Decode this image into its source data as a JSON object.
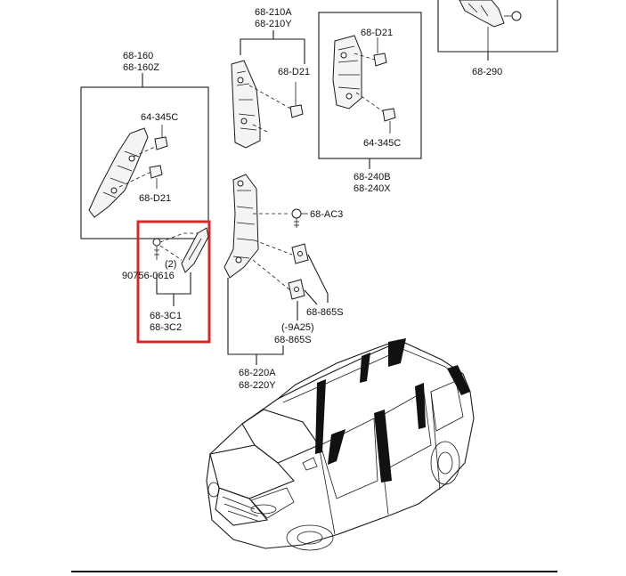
{
  "labels": {
    "p68_210A": "68-210A",
    "p68_210Y": "68-210Y",
    "p68_D21_top": "68-D21",
    "p68_D21_box240": "68-D21",
    "p64_345C_box240": "64-345C",
    "p68_240B": "68-240B",
    "p68_240X": "68-240X",
    "p68_290": "68-290",
    "p68_160": "68-160",
    "p68_160Z": "68-160Z",
    "p64_345C_box160": "64-345C",
    "p68_D21_box160": "68-D21",
    "p68_AC3": "68-AC3",
    "qty_2": "(2)",
    "bolt_9070": "90756-0616",
    "p68_3C1": "68-3C1",
    "p68_3C2": "68-3C2",
    "p68_865S_a": "68-865S",
    "note_9A25": "(-9A25)",
    "p68_865S_b": "68-865S",
    "p68_220A": "68-220A",
    "p68_220Y": "68-220Y"
  },
  "highlight": {
    "target": "68-3C1 / 68-3C2",
    "color": "#d42a2a"
  },
  "colors": {
    "line": "#1a1a1a",
    "highlight": "#d42a2a",
    "paper": "#ffffff"
  }
}
